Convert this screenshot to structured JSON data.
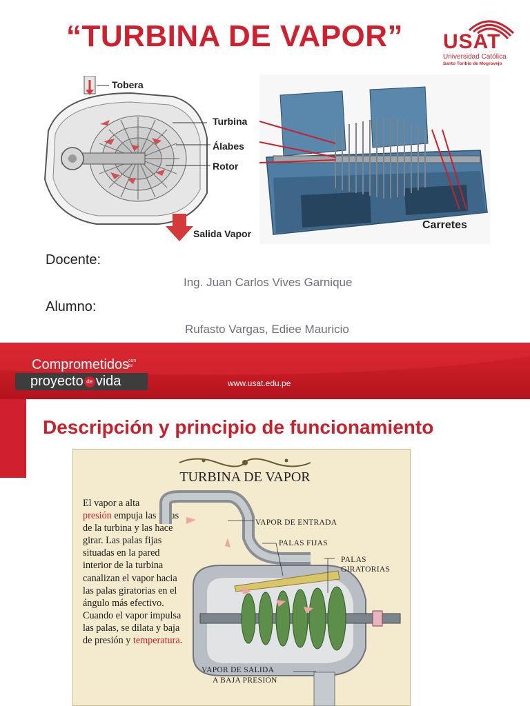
{
  "slide1": {
    "title": "“TURBINA DE VAPOR”",
    "logo": {
      "name": "USAT",
      "line1": "Universidad Católica",
      "line2": "Santo Toribio de Mogrovejo"
    },
    "figure_labels": {
      "tobera": "Tobera",
      "turbina": "Turbina",
      "alabes": "Álabes",
      "rotor": "Rotor",
      "salida": "Salida Vapor",
      "carretes": "Carretes"
    },
    "docente_label": "Docente:",
    "docente_name": "Ing. Juan Carlos Vives Garnique",
    "alumno_label": "Alumno:",
    "alumno_name": "Rufasto Vargas, Ediee Mauricio"
  },
  "footer": {
    "comprometidos": "Comprometidos",
    "con": "con",
    "tu": "tu",
    "proyecto": "proyecto",
    "de": "de",
    "vida": "vida",
    "url": "www.usat.edu.pe"
  },
  "slide2": {
    "title": "Descripción y principio de funcionamiento",
    "parchment_title": "TURBINA DE VAPOR",
    "text": {
      "t1": "El vapor a alta",
      "presion": "presión",
      "t2": " empuja las palas de la turbina y las hace girar. Las palas fijas situadas en la pared interior de la turbina canalizan el vapor hacia las palas giratorias en el ángulo más efectivo. Cuando el vapor impulsa las palas, se dilata y baja de presión y",
      "temperatura": "temperatura",
      "t3": "."
    },
    "labels": {
      "entrada": "VAPOR DE ENTRADA",
      "fijas": "PALAS FIJAS",
      "palas": "PALAS",
      "giratorias": "GIRATORIAS",
      "salida1": "VAPOR DE SALIDA",
      "salida2": "A BAJA PRESIÓN"
    }
  },
  "colors": {
    "accent_red": "#d0202e",
    "dark_gray": "#3d3d3d",
    "parchment": "#f4ebcf"
  }
}
